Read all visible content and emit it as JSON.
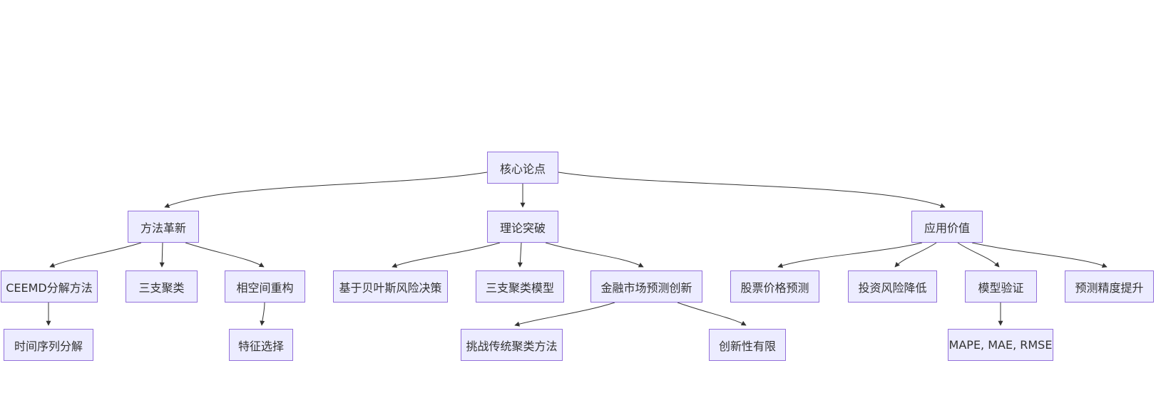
{
  "diagram": {
    "type": "flowchart",
    "orientation": "top-down",
    "background": "#ffffff",
    "colors": {
      "node_fill": "#ECECFF",
      "node_border": "#9370DB",
      "node_text": "#333333",
      "edge": "#333333"
    },
    "nodes": [
      {
        "id": "core",
        "label": "核心论点"
      },
      {
        "id": "method-innovation",
        "label": "方法革新"
      },
      {
        "id": "theory-breakthrough",
        "label": "理论突破"
      },
      {
        "id": "application-value",
        "label": "应用价值"
      },
      {
        "id": "ceemd",
        "label": "CEEMD分解方法"
      },
      {
        "id": "three-way-clustering",
        "label": "三支聚类"
      },
      {
        "id": "phase-space",
        "label": "相空间重构"
      },
      {
        "id": "bayes-risk",
        "label": "基于贝叶斯风险决策"
      },
      {
        "id": "three-way-model",
        "label": "三支聚类模型"
      },
      {
        "id": "market-innovation",
        "label": "金融市场预测创新"
      },
      {
        "id": "stock-prediction",
        "label": "股票价格预测"
      },
      {
        "id": "risk-reduction",
        "label": "投资风险降低"
      },
      {
        "id": "model-validation",
        "label": "模型验证"
      },
      {
        "id": "accuracy-improve",
        "label": "预测精度提升"
      },
      {
        "id": "time-series",
        "label": "时间序列分解"
      },
      {
        "id": "feature-selection",
        "label": "特征选择"
      },
      {
        "id": "challenge-clustering",
        "label": "挑战传统聚类方法"
      },
      {
        "id": "limited-innovation",
        "label": "创新性有限"
      },
      {
        "id": "metrics",
        "label": "MAPE, MAE, RMSE"
      }
    ],
    "edges": [
      {
        "from": "核心论点",
        "to": "方法革新"
      },
      {
        "from": "核心论点",
        "to": "理论突破"
      },
      {
        "from": "核心论点",
        "to": "应用价值"
      },
      {
        "from": "方法革新",
        "to": "CEEMD分解方法"
      },
      {
        "from": "方法革新",
        "to": "三支聚类"
      },
      {
        "from": "方法革新",
        "to": "相空间重构"
      },
      {
        "from": "理论突破",
        "to": "基于贝叶斯风险决策"
      },
      {
        "from": "理论突破",
        "to": "三支聚类模型"
      },
      {
        "from": "理论突破",
        "to": "金融市场预测创新"
      },
      {
        "from": "应用价值",
        "to": "股票价格预测"
      },
      {
        "from": "应用价值",
        "to": "投资风险降低"
      },
      {
        "from": "应用价值",
        "to": "模型验证"
      },
      {
        "from": "应用价值",
        "to": "预测精度提升"
      },
      {
        "from": "CEEMD分解方法",
        "to": "时间序列分解"
      },
      {
        "from": "相空间重构",
        "to": "特征选择"
      },
      {
        "from": "金融市场预测创新",
        "to": "挑战传统聚类方法"
      },
      {
        "from": "金融市场预测创新",
        "to": "创新性有限"
      },
      {
        "from": "模型验证",
        "to": "MAPE, MAE, RMSE"
      }
    ]
  }
}
